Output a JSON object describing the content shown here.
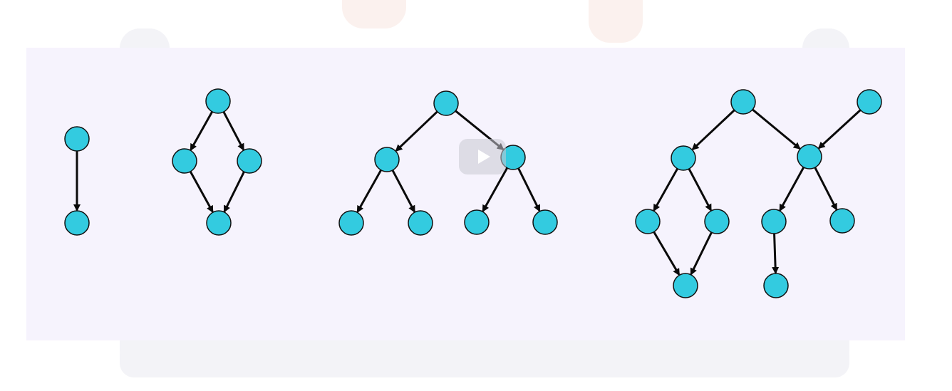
{
  "colors": {
    "node_fill": "#33cbe0",
    "node_stroke": "#111111",
    "edge": "#0a0a0a",
    "panel": "#f6f3fd"
  },
  "icons": {
    "play": "play-icon"
  },
  "graphs": [
    {
      "name": "chain",
      "nodes": [
        "a",
        "b"
      ],
      "edges": [
        [
          "a",
          "b"
        ]
      ]
    },
    {
      "name": "diamond",
      "nodes": [
        "a",
        "b",
        "c",
        "d"
      ],
      "edges": [
        [
          "a",
          "b"
        ],
        [
          "a",
          "c"
        ],
        [
          "b",
          "d"
        ],
        [
          "c",
          "d"
        ]
      ]
    },
    {
      "name": "binary-tree",
      "nodes": [
        "a",
        "b",
        "c",
        "d",
        "e",
        "f",
        "g"
      ],
      "edges": [
        [
          "a",
          "b"
        ],
        [
          "a",
          "c"
        ],
        [
          "b",
          "d"
        ],
        [
          "b",
          "e"
        ],
        [
          "c",
          "f"
        ],
        [
          "c",
          "g"
        ]
      ]
    },
    {
      "name": "dag",
      "nodes": [
        "a",
        "b",
        "c",
        "d",
        "e",
        "f",
        "g",
        "h",
        "i",
        "j"
      ],
      "edges": [
        [
          "a",
          "b"
        ],
        [
          "a",
          "c"
        ],
        [
          "j",
          "c"
        ],
        [
          "b",
          "d"
        ],
        [
          "b",
          "e"
        ],
        [
          "d",
          "f"
        ],
        [
          "e",
          "f"
        ],
        [
          "c",
          "g"
        ],
        [
          "c",
          "h"
        ],
        [
          "g",
          "i"
        ]
      ]
    }
  ]
}
